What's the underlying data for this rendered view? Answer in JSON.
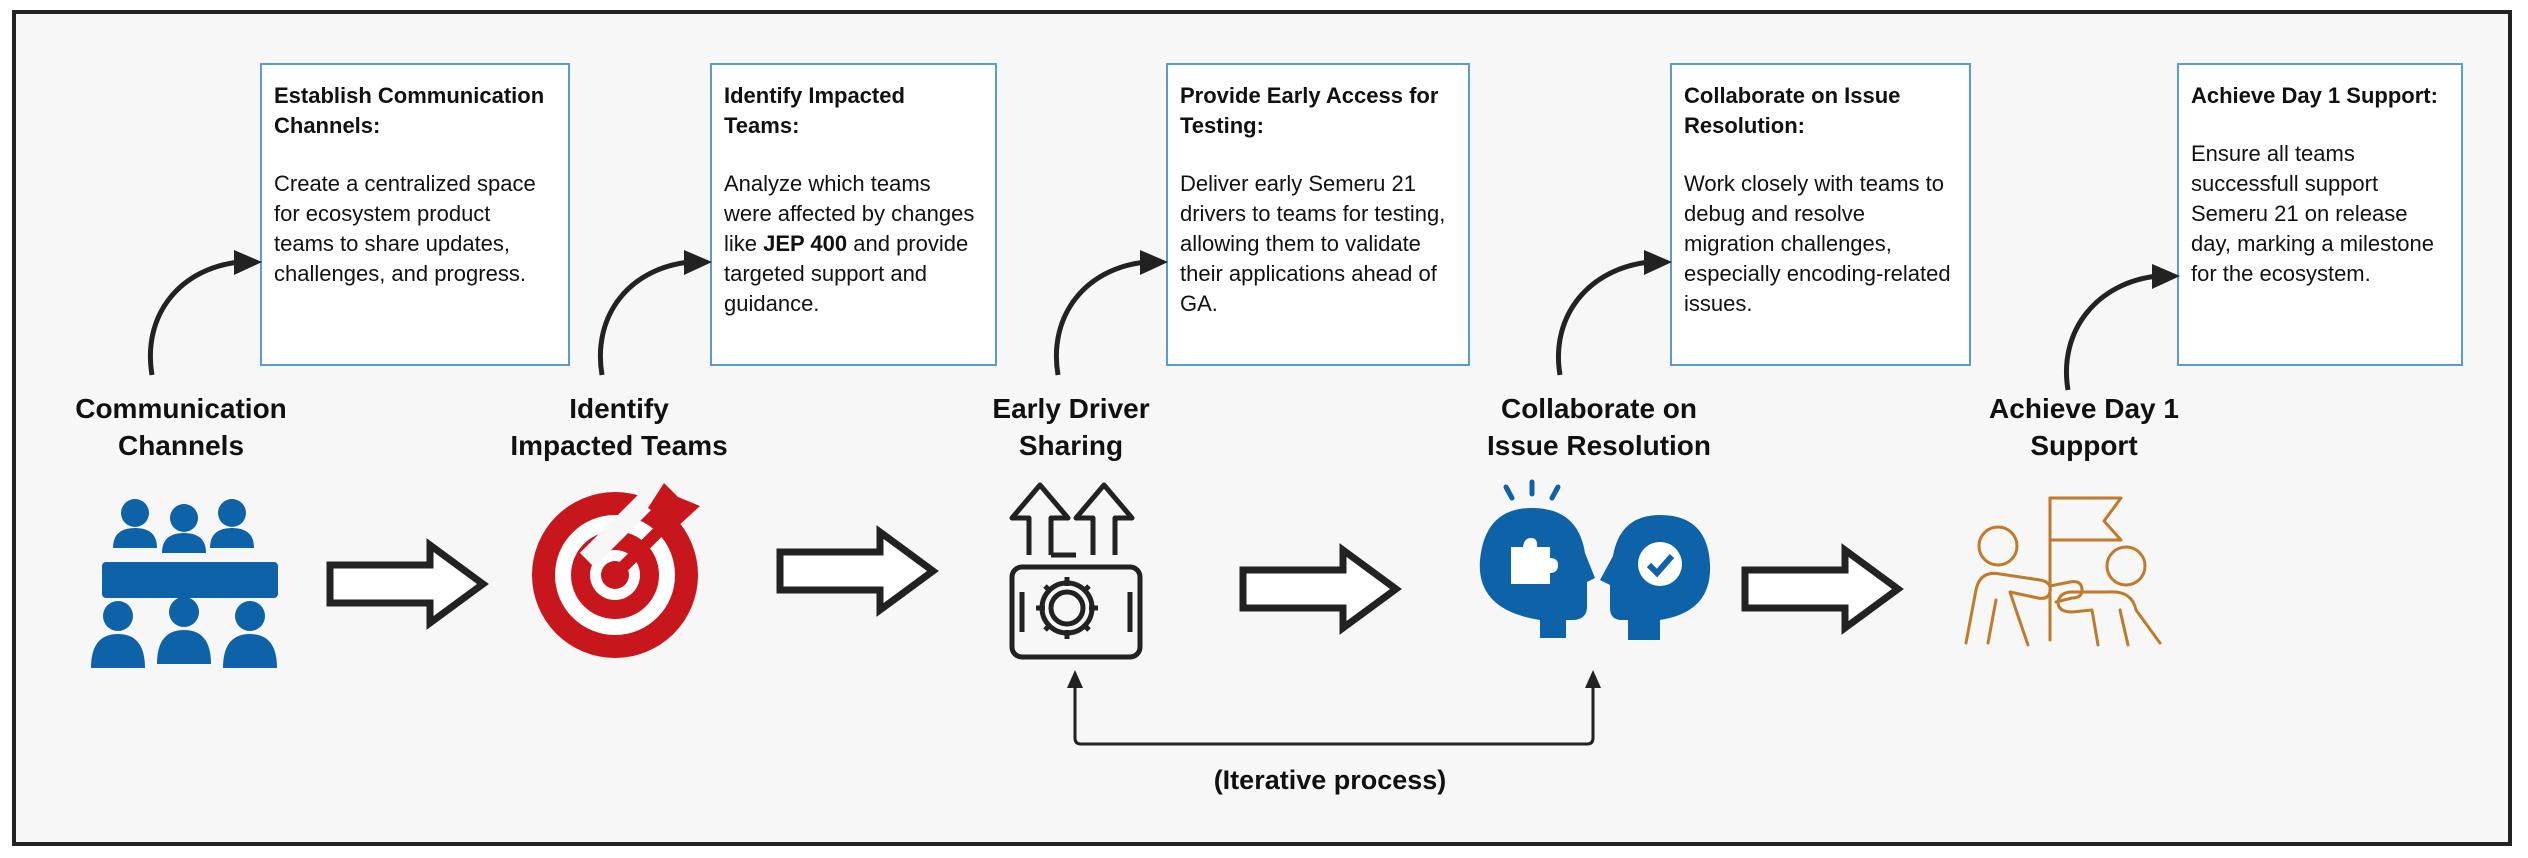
{
  "colors": {
    "blue": "#0d62a8",
    "red": "#c8161d",
    "orange": "#c07a2c",
    "box_border": "#5b9bd5",
    "dark": "#222222"
  },
  "stages": [
    {
      "label_1": "Communication",
      "label_2": "Channels",
      "icon": "meeting-group-icon",
      "box_title": "Establish Communication Channels:",
      "box_text": "Create a centralized space for ecosystem product teams to share updates, challenges, and progress."
    },
    {
      "label_1": "Identify",
      "label_2": "Impacted Teams",
      "icon": "target-arrow-icon",
      "box_title": "Identify Impacted Teams:",
      "box_text_pre": "Analyze which teams were affected by changes like ",
      "box_text_bold": "JEP 400",
      "box_text_post": " and provide targeted support and guidance."
    },
    {
      "label_1": "Early Driver",
      "label_2": "Sharing",
      "icon": "gear-upload-icon",
      "box_title": "Provide Early Access for Testing:",
      "box_text": "Deliver early Semeru 21 drivers to teams for testing, allowing them to validate their applications ahead of GA."
    },
    {
      "label_1": "Collaborate on",
      "label_2": "Issue Resolution",
      "icon": "heads-collaboration-icon",
      "box_title": "Collaborate on Issue Resolution:",
      "box_text": "Work closely with teams to debug and resolve migration challenges, especially encoding-related issues."
    },
    {
      "label_1": "Achieve Day 1",
      "label_2": "Support",
      "icon": "flag-team-icon",
      "box_title": "Achieve Day 1 Support:",
      "box_text": "Ensure all teams successfull support Semeru 21 on release day, marking a milestone for the ecosystem."
    }
  ],
  "iterative_label": "(Iterative process)"
}
